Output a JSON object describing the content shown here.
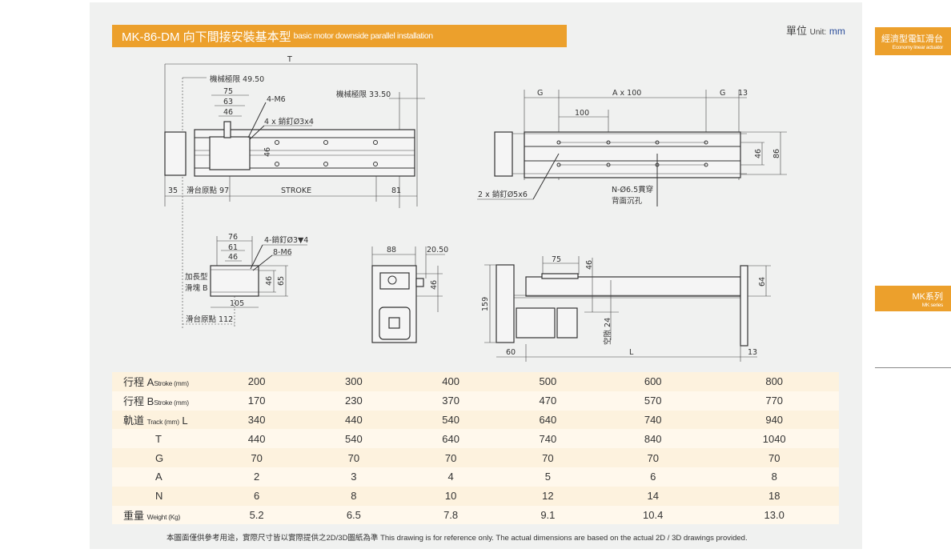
{
  "header": {
    "title_main": "MK-86-DM 向下間接安裝基本型",
    "title_sub": "basic motor downside parallel installation",
    "unit_zh": "單位",
    "unit_en": "Unit:",
    "unit_value": "mm"
  },
  "sidebar": {
    "category_zh": "經濟型電缸滑台",
    "category_en": "Economy linear actuator",
    "series_zh": "MK系列",
    "series_en": "MK series"
  },
  "accent_color": "#eca02c",
  "drawing": {
    "top_view": {
      "T": "T",
      "mech_limit_left": "機械極限 49.50",
      "d75": "75",
      "d63": "63",
      "d46": "46",
      "m6": "4-M6",
      "pin": "4 x 銷釘Ø3x4",
      "mech_limit_right": "機械極限 33.50",
      "h46": "46",
      "d35": "35",
      "origin": "滑台原點 97",
      "stroke": "STROKE",
      "d81": "81"
    },
    "bottom_view": {
      "G1": "G",
      "a100": "A x 100",
      "G2": "G",
      "d13": "13",
      "d100": "100",
      "h46": "46",
      "h86": "86",
      "pin": "2 x 銷釘Ø5x6",
      "hole1": "N-Ø6.5貫穿",
      "hole2": "背面沉孔"
    },
    "slider_b": {
      "d76": "76",
      "d61": "61",
      "d46": "46",
      "pin": "4-銷釘Ø3▼4",
      "m6": "8-M6",
      "name1": "加長型",
      "name2": "滑塊 B",
      "h46": "46",
      "h65": "65",
      "d105": "105",
      "origin": "滑台原點 112"
    },
    "end_view": {
      "d88": "88",
      "d2050": "20.50",
      "h46": "46"
    },
    "side_view": {
      "d75": "75",
      "h46": "46",
      "h159": "159",
      "h64": "64",
      "gap": "空隙 24",
      "d60": "60",
      "L": "L",
      "d13": "13"
    }
  },
  "table": {
    "rows": [
      {
        "label_zh": "行程 A",
        "label_en": "Stroke (mm)",
        "label_tail": "",
        "values": [
          "200",
          "300",
          "400",
          "500",
          "600",
          "800"
        ]
      },
      {
        "label_zh": "行程 B",
        "label_en": "Stroke (mm)",
        "label_tail": "",
        "values": [
          "170",
          "230",
          "370",
          "470",
          "570",
          "770"
        ]
      },
      {
        "label_zh": "軌道 ",
        "label_en": "Track (mm)",
        "label_tail": " L",
        "values": [
          "340",
          "440",
          "540",
          "640",
          "740",
          "940"
        ]
      },
      {
        "label_zh": "T",
        "label_en": "",
        "label_tail": "",
        "values": [
          "440",
          "540",
          "640",
          "740",
          "840",
          "1040"
        ]
      },
      {
        "label_zh": "G",
        "label_en": "",
        "label_tail": "",
        "values": [
          "70",
          "70",
          "70",
          "70",
          "70",
          "70"
        ]
      },
      {
        "label_zh": "A",
        "label_en": "",
        "label_tail": "",
        "values": [
          "2",
          "3",
          "4",
          "5",
          "6",
          "8"
        ]
      },
      {
        "label_zh": "N",
        "label_en": "",
        "label_tail": "",
        "values": [
          "6",
          "8",
          "10",
          "12",
          "14",
          "18"
        ]
      },
      {
        "label_zh": "重量 ",
        "label_en": "Weight (Kg)",
        "label_tail": "",
        "values": [
          "5.2",
          "6.5",
          "7.8",
          "9.1",
          "10.4",
          "13.0"
        ]
      }
    ]
  },
  "footnote": "本圖面僅供參考用途，實際尺寸皆以實際提供之2D/3D圖紙為準 This drawing is for reference only. The actual dimensions are based on the actual 2D / 3D drawings provided."
}
